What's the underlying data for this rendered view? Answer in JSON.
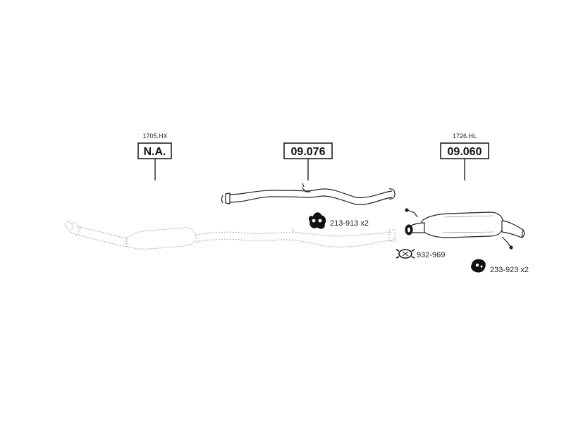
{
  "parts": [
    {
      "code": "1705.HX",
      "label": "N.A."
    },
    {
      "code": "",
      "label": "09.076"
    },
    {
      "code": "1726.HL",
      "label": "09.060"
    }
  ],
  "accessories": [
    {
      "text": "213-913 x2",
      "icon": "rubber-hanger-icon"
    },
    {
      "text": "932-969",
      "icon": "clamp-icon"
    },
    {
      "text": "233-923 x2",
      "icon": "rubber-ring-icon"
    }
  ]
}
